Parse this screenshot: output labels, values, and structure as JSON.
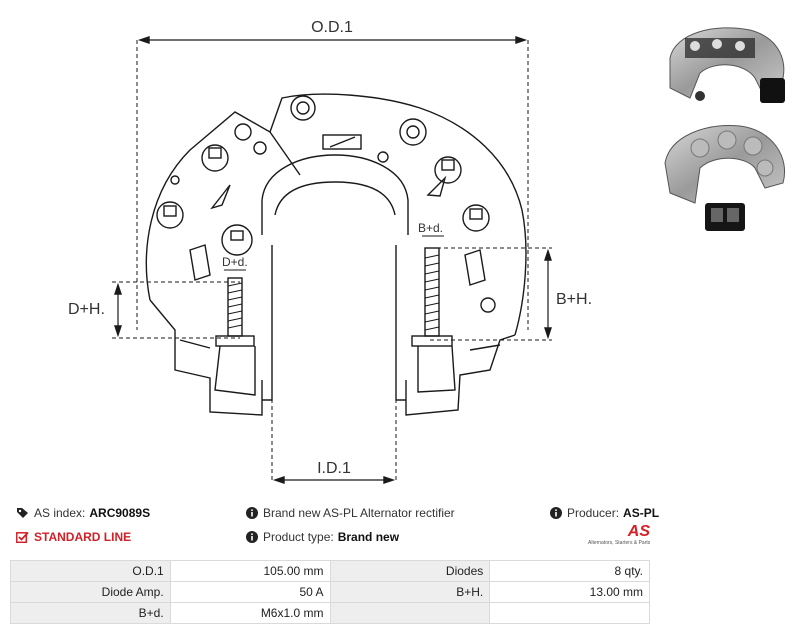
{
  "drawing": {
    "od_label": "O.D.1",
    "id_label": "I.D.1",
    "dh_label": "D+H.",
    "bh_label": "B+H.",
    "dd_label": "D+d.",
    "bd_label": "B+d."
  },
  "info": {
    "as_index_label": "AS index:",
    "as_index_value": "ARC9089S",
    "description": "Brand new AS-PL Alternator rectifier",
    "producer_label": "Producer:",
    "producer_value": "AS-PL",
    "standard_line": "STANDARD LINE",
    "product_type_label": "Product type:",
    "product_type_value": "Brand new",
    "logo_text": "AS",
    "logo_tagline": "Alternators, Starters & Parts"
  },
  "specs": [
    {
      "k1": "O.D.1",
      "v1": "105.00 mm",
      "k2": "Diodes",
      "v2": "8 qty."
    },
    {
      "k1": "Diode Amp.",
      "v1": "50 A",
      "k2": "B+H.",
      "v2": "13.00 mm"
    },
    {
      "k1": "B+d.",
      "v1": "M6x1.0 mm",
      "k2": "",
      "v2": ""
    }
  ],
  "icons": {
    "tag": "tag-icon",
    "info": "info-icon",
    "check": "checkbox-icon"
  },
  "colors": {
    "accent": "#d32027",
    "table_key_bg": "#eeeeee",
    "line": "#1a1a1a"
  }
}
